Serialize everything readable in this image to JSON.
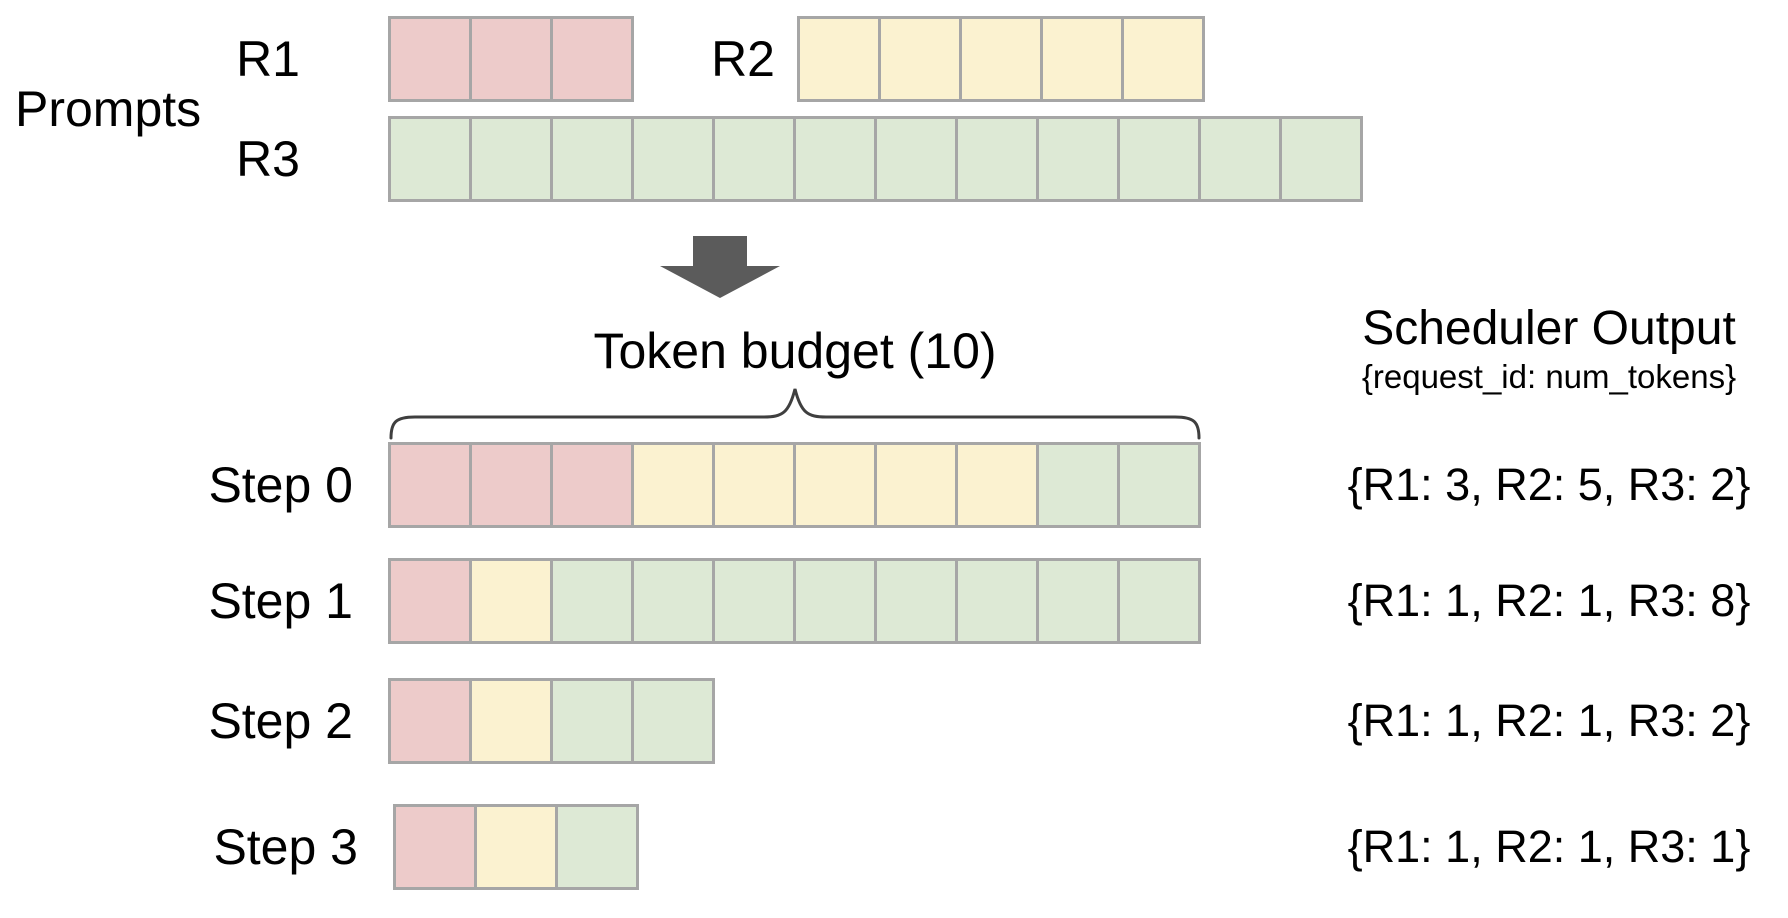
{
  "colors": {
    "r1": "#edcbca",
    "r2": "#fbf2d0",
    "r3": "#dde9d5",
    "cell_border": "#a6a6a6",
    "arrow": "#5b5b5b",
    "brace": "#3f3f3f",
    "text": "#000000",
    "background": "#ffffff"
  },
  "prompts": {
    "section_label": "Prompts",
    "rows": [
      {
        "label": "R1",
        "segments": [
          {
            "color": "r1",
            "count": 3
          }
        ]
      },
      {
        "label": "R2",
        "segments": [
          {
            "color": "r2",
            "count": 5
          }
        ]
      },
      {
        "label": "R3",
        "segments": [
          {
            "color": "r3",
            "count": 12
          }
        ]
      }
    ]
  },
  "token_budget": {
    "label": "Token budget (10)",
    "budget": 10
  },
  "scheduler_output": {
    "title": "Scheduler Output",
    "subtitle": "{request_id: num_tokens}"
  },
  "steps": [
    {
      "label": "Step 0",
      "segments": [
        {
          "color": "r1",
          "count": 3
        },
        {
          "color": "r2",
          "count": 5
        },
        {
          "color": "r3",
          "count": 2
        }
      ],
      "output": "{R1: 3, R2: 5, R3: 2}"
    },
    {
      "label": "Step 1",
      "segments": [
        {
          "color": "r1",
          "count": 1
        },
        {
          "color": "r2",
          "count": 1
        },
        {
          "color": "r3",
          "count": 8
        }
      ],
      "output": "{R1: 1, R2: 1, R3: 8}"
    },
    {
      "label": "Step 2",
      "segments": [
        {
          "color": "r1",
          "count": 1
        },
        {
          "color": "r2",
          "count": 1
        },
        {
          "color": "r3",
          "count": 2
        }
      ],
      "output": "{R1: 1, R2: 1, R3: 2}"
    },
    {
      "label": "Step 3",
      "segments": [
        {
          "color": "r1",
          "count": 1
        },
        {
          "color": "r2",
          "count": 1
        },
        {
          "color": "r3",
          "count": 1
        }
      ],
      "output": "{R1: 1, R2: 1, R3: 1}"
    }
  ]
}
